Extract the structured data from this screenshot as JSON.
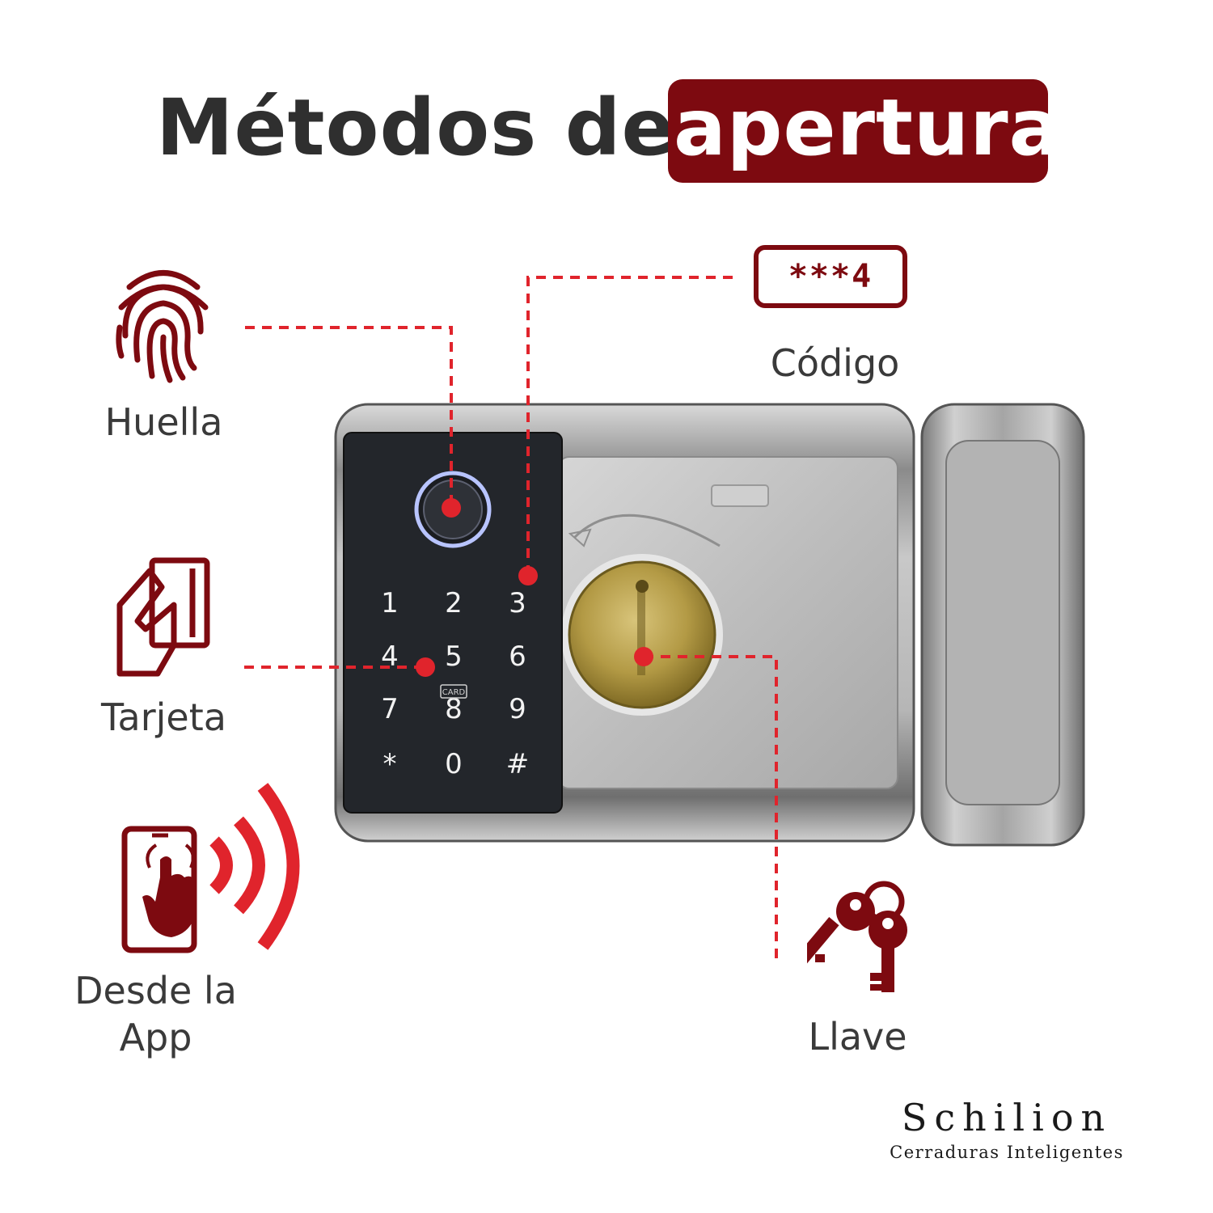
{
  "title": {
    "plain": "Métodos de",
    "highlight": "apertura"
  },
  "colors": {
    "brand_red": "#7d0a10",
    "accent_red": "#e0242c",
    "text": "#3a3a3a"
  },
  "methods": {
    "fingerprint": {
      "label": "Huella",
      "icon": "fingerprint-icon"
    },
    "code": {
      "label": "Código",
      "badge": "***4",
      "icon": "code-badge-icon"
    },
    "card": {
      "label": "Tarjeta",
      "icon": "card-in-hand-icon"
    },
    "app": {
      "label_line1": "Desde la",
      "label_line2": "App",
      "icon": "phone-wireless-icon"
    },
    "key": {
      "label": "Llave",
      "icon": "keys-icon"
    }
  },
  "keypad": {
    "keys": [
      "1",
      "2",
      "3",
      "4",
      "5",
      "6",
      "7",
      "8",
      "9",
      "*",
      "0",
      "#"
    ],
    "card_label": "CARD"
  },
  "brand": {
    "name": "Schilion",
    "tagline": "Cerraduras Inteligentes"
  }
}
